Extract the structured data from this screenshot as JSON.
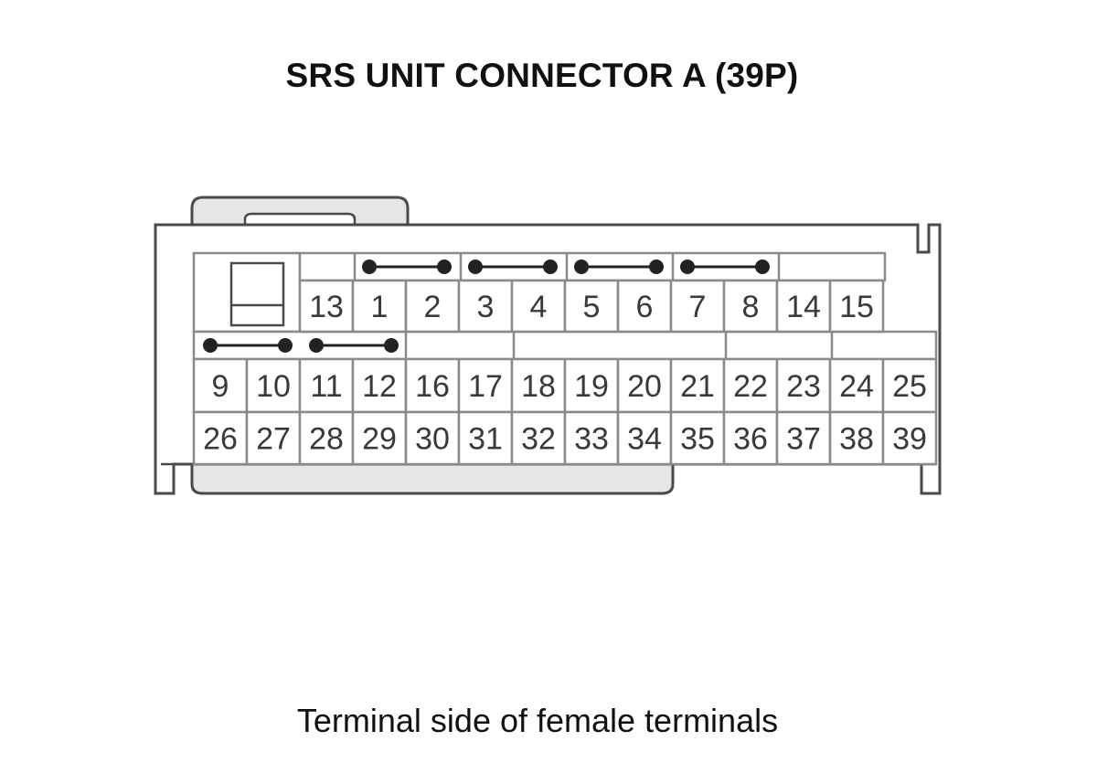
{
  "title": "SRS UNIT CONNECTOR A (39P)",
  "caption": "Terminal side of female terminals",
  "colors": {
    "outline": "#4a4a4a",
    "cell_border": "#8a8a8a",
    "latch_fill": "#e6e6e6",
    "text": "#3a3a3a",
    "shorting_bar": "#222222"
  },
  "connector": {
    "row_top": [
      "13",
      "1",
      "2",
      "3",
      "4",
      "5",
      "6",
      "7",
      "8",
      "14",
      "15"
    ],
    "row_middle": [
      "9",
      "10",
      "11",
      "12",
      "16",
      "17",
      "18",
      "19",
      "20",
      "21",
      "22",
      "23",
      "24",
      "25"
    ],
    "row_bottom": [
      "26",
      "27",
      "28",
      "29",
      "30",
      "31",
      "32",
      "33",
      "34",
      "35",
      "36",
      "37",
      "38",
      "39"
    ],
    "shorting_bars": [
      [
        "1",
        "2"
      ],
      [
        "3",
        "4"
      ],
      [
        "5",
        "6"
      ],
      [
        "7",
        "8"
      ],
      [
        "9",
        "10"
      ],
      [
        "11",
        "12"
      ]
    ]
  }
}
